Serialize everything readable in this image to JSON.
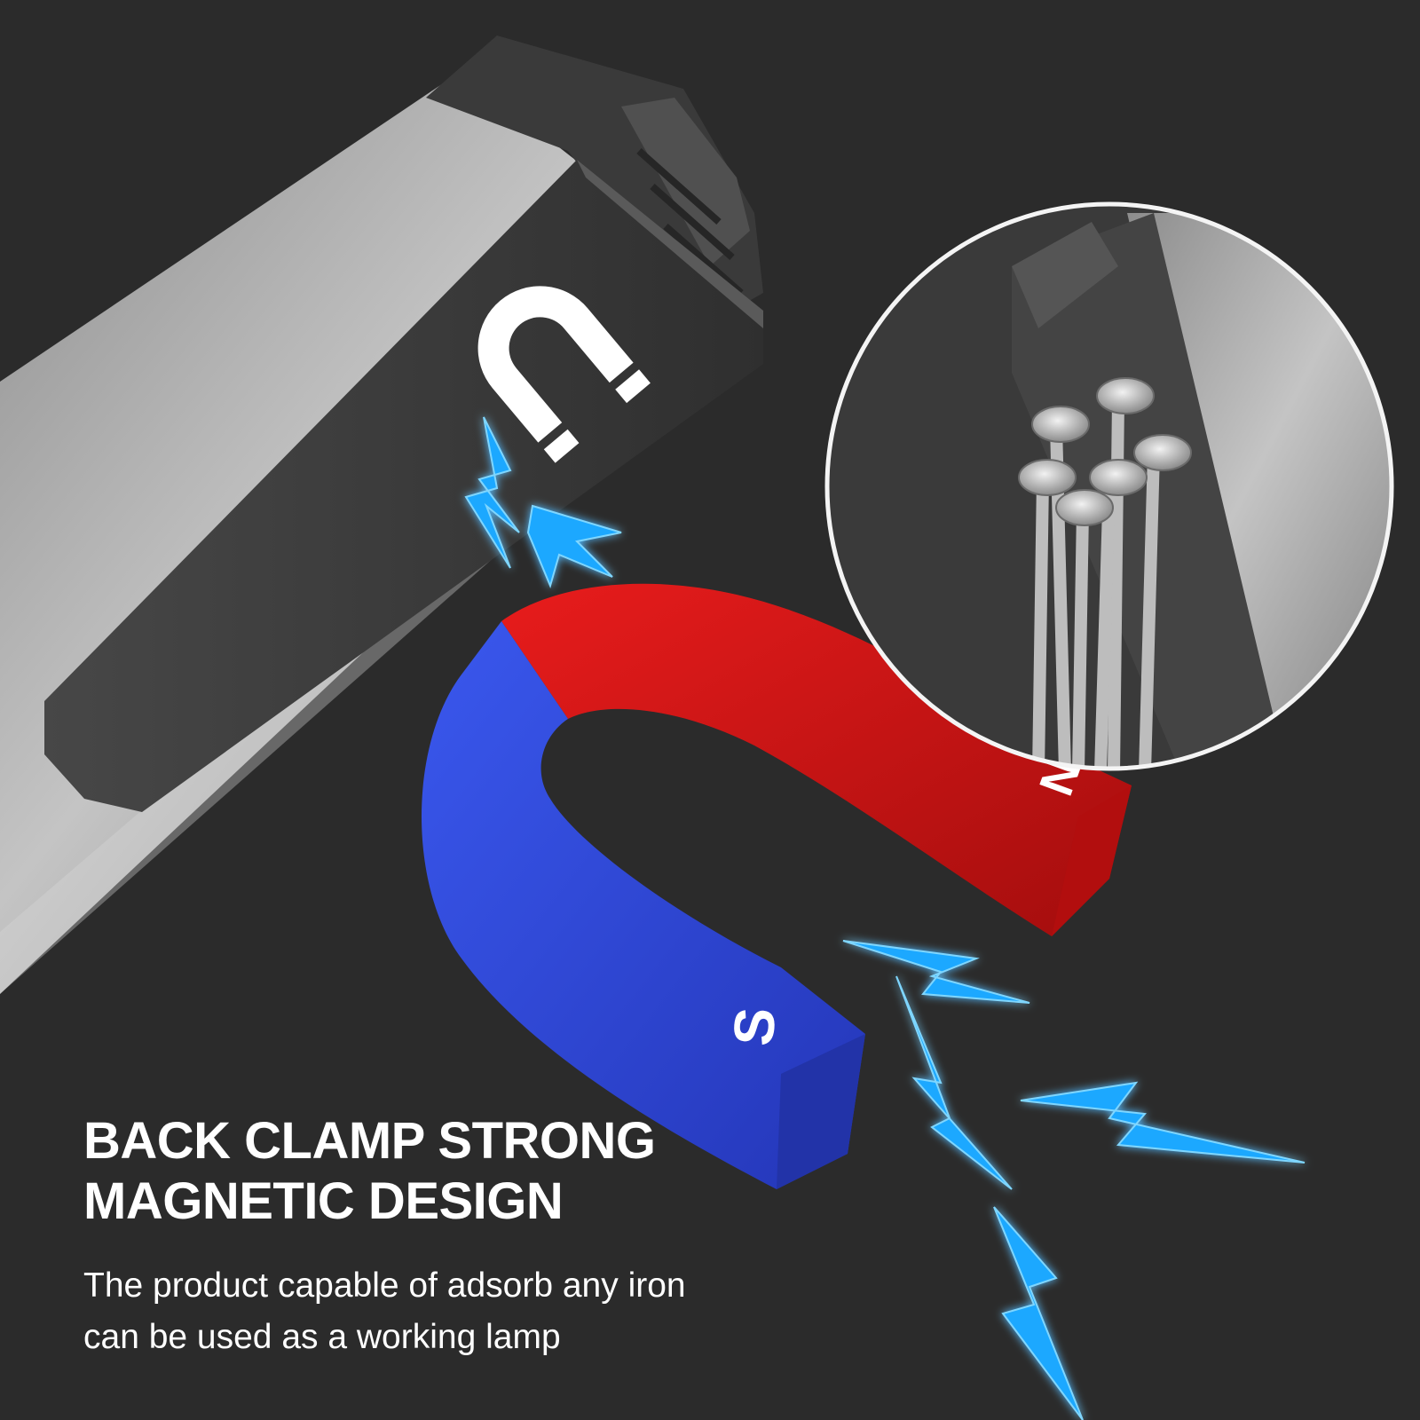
{
  "headline": {
    "line1": "BACK CLAMP STRONG",
    "line2": "MAGNETIC DESIGN"
  },
  "subtext": {
    "line1": "The product capable of adsorb any iron",
    "line2": "can be used as a working lamp"
  },
  "magnet": {
    "north_label": "N",
    "south_label": "S"
  },
  "icons": {
    "clip_icon": "magnet-icon",
    "spark_icon": "lightning-icon"
  },
  "colors": {
    "background": "#2b2b2b",
    "magnet_red": "#d61414",
    "magnet_blue": "#2f48d8",
    "lightning": "#1ea8ff",
    "lamp_body": "#a9a9a9",
    "clip": "#3b3b3b"
  }
}
